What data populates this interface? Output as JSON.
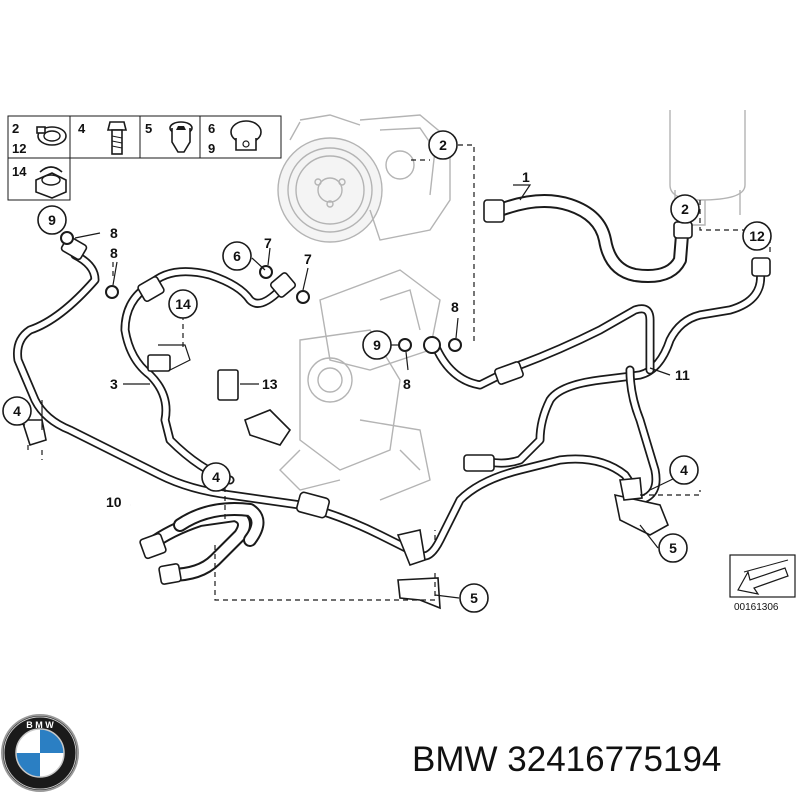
{
  "legend": {
    "items": [
      {
        "numbers": [
          "2",
          "12"
        ],
        "icon": "hose-clamp-icon"
      },
      {
        "numbers": [
          "4"
        ],
        "icon": "bolt-icon"
      },
      {
        "numbers": [
          "5"
        ],
        "icon": "hex-socket-screw-icon"
      },
      {
        "numbers": [
          "6",
          "9"
        ],
        "icon": "banjo-bolt-icon"
      },
      {
        "numbers": [
          "14"
        ],
        "icon": "hex-nut-icon"
      }
    ]
  },
  "callouts": [
    {
      "id": "1",
      "circled": false
    },
    {
      "id": "2",
      "circled": true
    },
    {
      "id": "2",
      "circled": true
    },
    {
      "id": "12",
      "circled": true
    },
    {
      "id": "9",
      "circled": true
    },
    {
      "id": "8",
      "circled": false
    },
    {
      "id": "8",
      "circled": false
    },
    {
      "id": "6",
      "circled": true
    },
    {
      "id": "7",
      "circled": false
    },
    {
      "id": "7",
      "circled": false
    },
    {
      "id": "14",
      "circled": true
    },
    {
      "id": "8",
      "circled": false
    },
    {
      "id": "9",
      "circled": true
    },
    {
      "id": "8",
      "circled": false
    },
    {
      "id": "11",
      "circled": false
    },
    {
      "id": "3",
      "circled": false
    },
    {
      "id": "13",
      "circled": false
    },
    {
      "id": "4",
      "circled": true
    },
    {
      "id": "10",
      "circled": false
    },
    {
      "id": "4",
      "circled": true
    },
    {
      "id": "4",
      "circled": true
    },
    {
      "id": "5",
      "circled": true
    },
    {
      "id": "5",
      "circled": true
    }
  ],
  "reference_code": "00161306",
  "brand": {
    "logo_letters": "BMW",
    "part_text": "BMW 32416775194",
    "colors": {
      "blue": "#2b7fc3",
      "dark": "#1a1a1a",
      "silver": "#c8c8c8"
    }
  }
}
